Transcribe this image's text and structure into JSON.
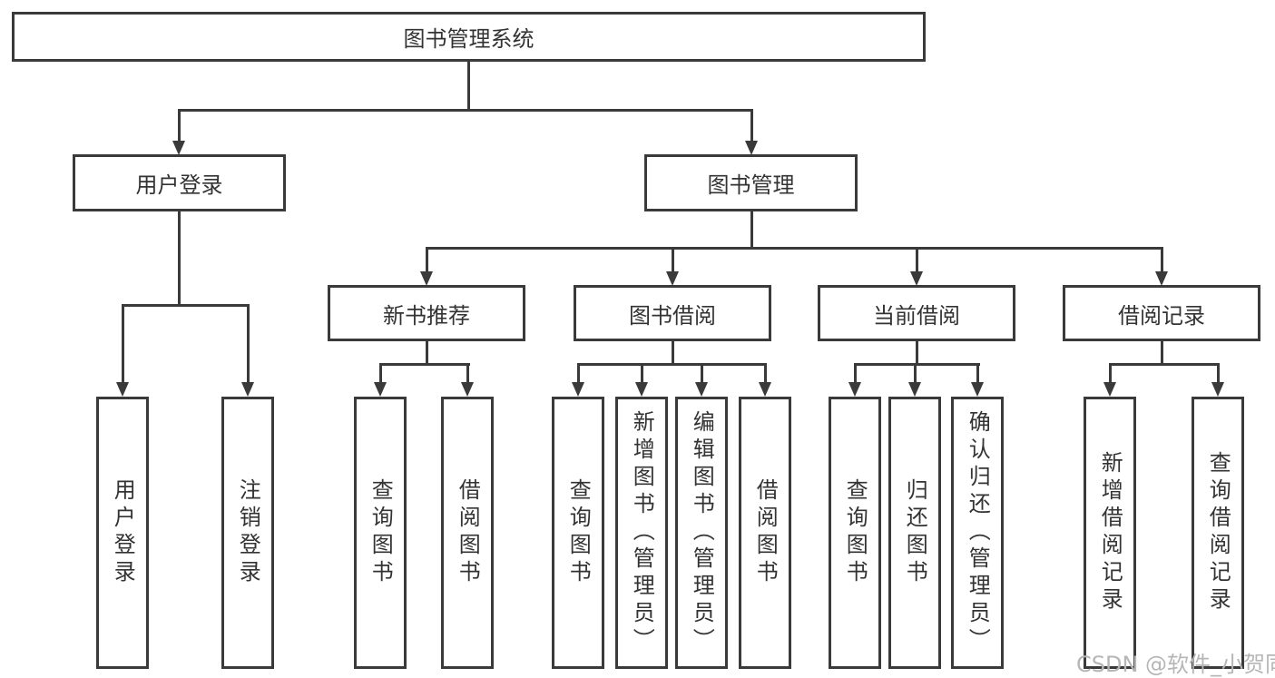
{
  "diagram": {
    "root": "图书管理系统",
    "l2": [
      "用户登录",
      "图书管理"
    ],
    "l3": [
      "新书推荐",
      "图书借阅",
      "当前借阅",
      "借阅记录"
    ],
    "leaves": [
      "用户登录",
      "注销登录",
      "查询图书",
      "借阅图书",
      "查询图书",
      "新增图书（管理员）",
      "编辑图书（管理员）",
      "借阅图书",
      "查询图书",
      "归还图书",
      "确认归还（管理员）",
      "新增借阅记录",
      "查询借阅记录"
    ]
  },
  "watermark": "CSDN @软件_小贺同学",
  "colors": {
    "line": "#3a3a3a",
    "text": "#333333",
    "background": "#ffffff",
    "watermark": "#b6b6b6"
  }
}
